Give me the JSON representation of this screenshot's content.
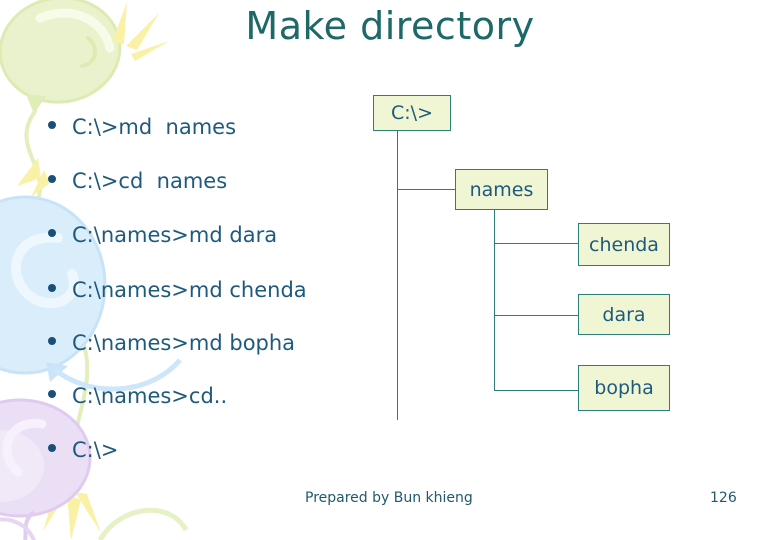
{
  "slide": {
    "title": "Make directory",
    "footer": {
      "prepared_by": "Prepared by Bun khieng",
      "page_number": "126"
    }
  },
  "bullets": [
    "C:\\>md  names",
    "C:\\>cd  names",
    "C:\\names>md dara",
    "C:\\names>md chenda",
    "C:\\names>md bopha",
    "C:\\names>cd..",
    "C:\\>"
  ],
  "tree": {
    "root": "C:\\>",
    "parent": "names",
    "children": [
      "chenda",
      "dara",
      "bopha"
    ]
  },
  "colors": {
    "title_text": "#1e6868",
    "body_text": "#1e5a7d",
    "bullet_dot": "#1b4f78",
    "box_fill": "#f0f6d4",
    "box_border": "#2e7d7d",
    "connector_line": "#2e7d7d",
    "balloon_green": "#eaf2cd",
    "balloon_blue": "#daedfb",
    "balloon_purple": "#ebdff5",
    "sparkle_yellow": "#f8f1a6"
  },
  "decorations": [
    "green-balloon",
    "blue-balloon",
    "purple-balloon",
    "yellow-sparkles"
  ]
}
